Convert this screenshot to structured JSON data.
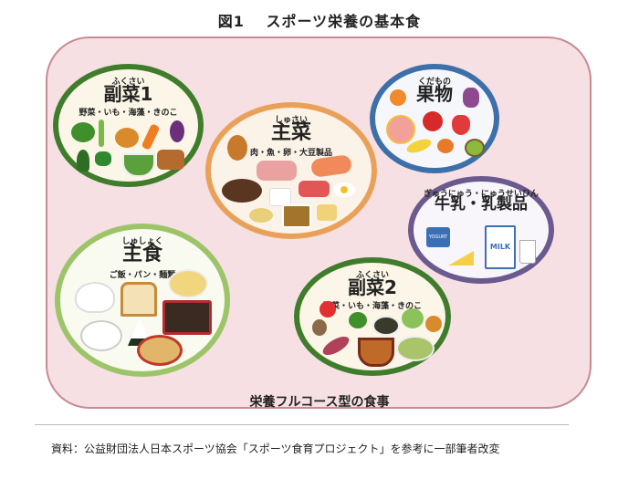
{
  "title": "図1　 スポーツ栄養の基本食",
  "plates": {
    "fukusai1": {
      "ruby": "ふくさい",
      "name": "副菜1",
      "sub": "野菜・いも・海藻・きのこ"
    },
    "shusai": {
      "ruby": "しゅさい",
      "name": "主菜",
      "sub": "肉・魚・卵・大豆製品"
    },
    "kudamono": {
      "ruby": "くだもの",
      "name": "果物"
    },
    "nyuseihin": {
      "ruby": "ぎゅうにゅう・にゅうせいひん",
      "name": "牛乳・乳製品",
      "carton_label": "MILK",
      "cup_label": "YOGURT"
    },
    "shushoku": {
      "ruby": "しゅしょく",
      "name": "主食",
      "sub": "ご飯・パン・麺類"
    },
    "fukusai2": {
      "ruby": "ふくさい",
      "name": "副菜2",
      "sub": "野菜・いも・海藻・きのこ"
    }
  },
  "tray_caption": "栄養フルコース型の食事",
  "source": "資料：公益財団法人日本スポーツ協会「スポーツ食育プロジェクト」を参考に一部筆者改変",
  "colors": {
    "tray_fill": "#f6e0e3",
    "plate_green": "#3f7d2c",
    "plate_orange": "#e9a15a",
    "plate_blue": "#3d6fa8",
    "plate_purple": "#6a5a8e"
  }
}
